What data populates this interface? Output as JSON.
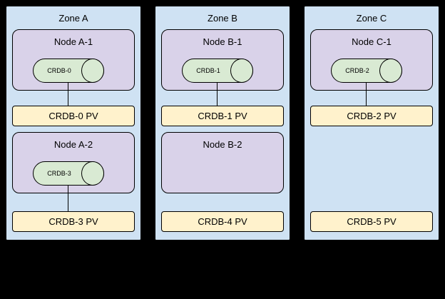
{
  "diagram": {
    "kind": "kubernetes-cockroachdb-topology",
    "colors": {
      "background": "#000000",
      "zone_fill": "#cfe2f3",
      "node_fill": "#d9d2e9",
      "pod_fill": "#d9ead3",
      "pv_fill": "#fff2cc",
      "border": "#000000"
    }
  },
  "zones": [
    {
      "label": "Zone A",
      "nodes": [
        {
          "label": "Node A-1",
          "pod": "CRDB-0"
        },
        {
          "label": "Node A-2",
          "pod": "CRDB-3"
        }
      ],
      "pvs": [
        "CRDB-0 PV",
        "CRDB-3 PV"
      ]
    },
    {
      "label": "Zone B",
      "nodes": [
        {
          "label": "Node B-1",
          "pod": "CRDB-1"
        },
        {
          "label": "Node B-2"
        }
      ],
      "pvs": [
        "CRDB-1 PV",
        "CRDB-4 PV"
      ]
    },
    {
      "label": "Zone C",
      "nodes": [
        {
          "label": "Node C-1",
          "pod": "CRDB-2"
        }
      ],
      "pvs": [
        "CRDB-2 PV",
        "CRDB-5 PV"
      ]
    }
  ]
}
